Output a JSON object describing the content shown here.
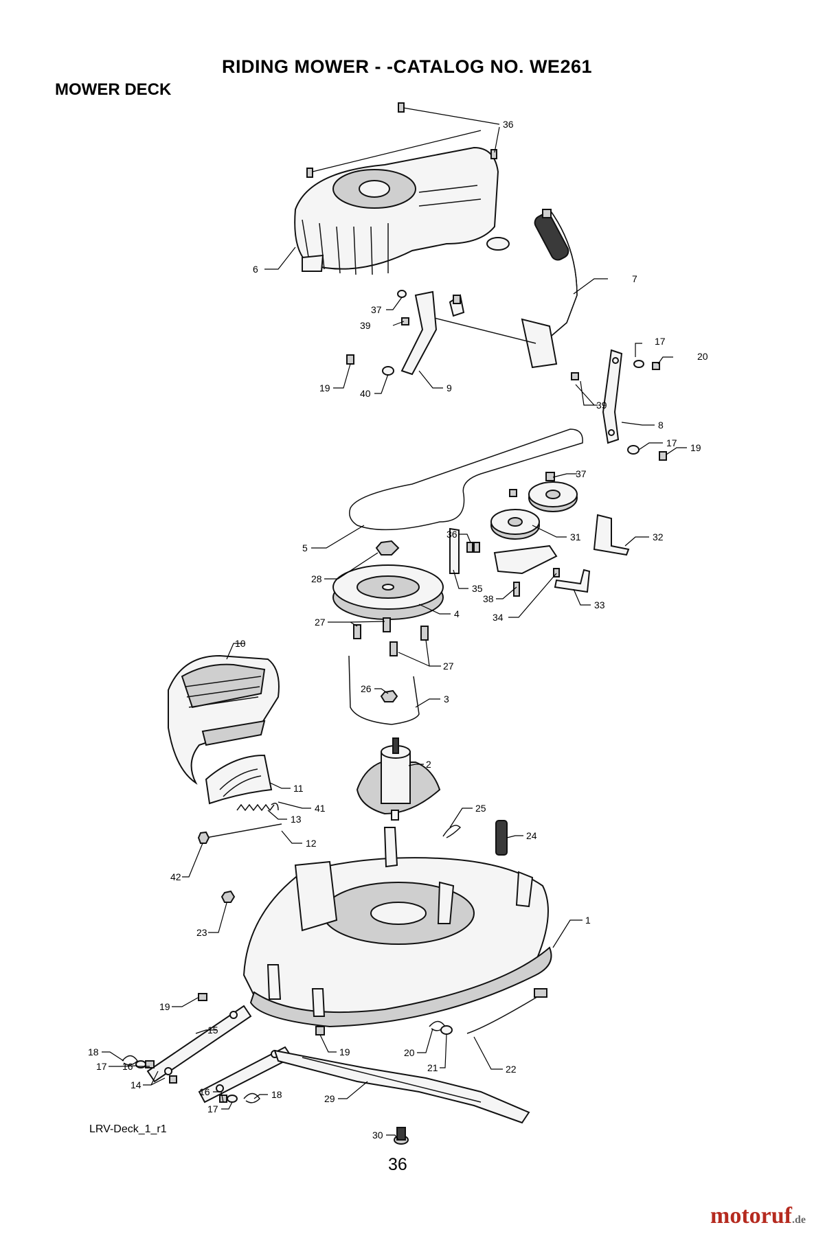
{
  "header": {
    "title": "RIDING MOWER - -CATALOG NO.   WE261",
    "section": "MOWER DECK"
  },
  "footer": {
    "reference": "LRV-Deck_1_r1",
    "page_number": "36"
  },
  "watermark": {
    "name": "motoruf",
    "suffix": ".de"
  },
  "callouts": [
    "36",
    "6",
    "7",
    "37",
    "39",
    "19",
    "40",
    "9",
    "17",
    "20",
    "39",
    "8",
    "17",
    "19",
    "37",
    "5",
    "36",
    "31",
    "32",
    "28",
    "35",
    "38",
    "33",
    "34",
    "4",
    "27",
    "27",
    "10",
    "26",
    "3",
    "2",
    "11",
    "41",
    "13",
    "25",
    "24",
    "12",
    "42",
    "1",
    "23",
    "19",
    "18",
    "15",
    "19",
    "17",
    "16",
    "20",
    "21",
    "22",
    "14",
    "16",
    "17",
    "18",
    "29",
    "30"
  ]
}
